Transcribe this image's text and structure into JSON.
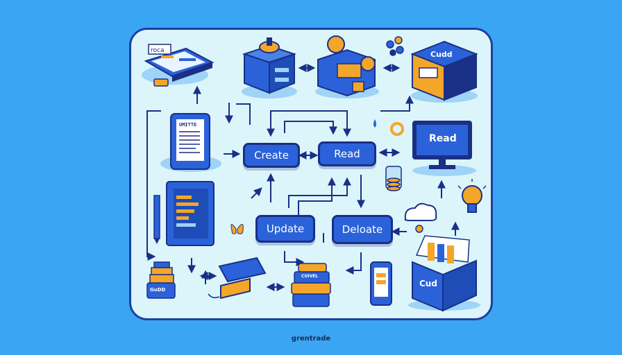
{
  "buttons": {
    "create": "Create",
    "read": "Read",
    "update": "Update",
    "delete": "Deloate"
  },
  "labels": {
    "document": "UMITTE",
    "monitor": "Read",
    "box_top_right": "Cudd",
    "box_bottom_right": "Cud",
    "book_stack_left": "GuDD",
    "book_stack_center": "CUIVEL"
  },
  "footer": "grentrade",
  "colors": {
    "background": "#3aa5f3",
    "panel": "#dbf5fb",
    "button": "#2b62d9",
    "outline": "#1a2f86",
    "accent_orange": "#f4a62a"
  },
  "icons": [
    "laptop-icon",
    "server-icon",
    "camera-icon",
    "molecule-icon",
    "storage-box-icon",
    "tablet-icon",
    "monitor-icon",
    "lightbulb-icon",
    "cloud-icon",
    "butterfly-icon",
    "coins-icon",
    "book-stack-icon",
    "phone-icon",
    "file-box-icon",
    "keyboard-icon",
    "pencil-icon"
  ]
}
